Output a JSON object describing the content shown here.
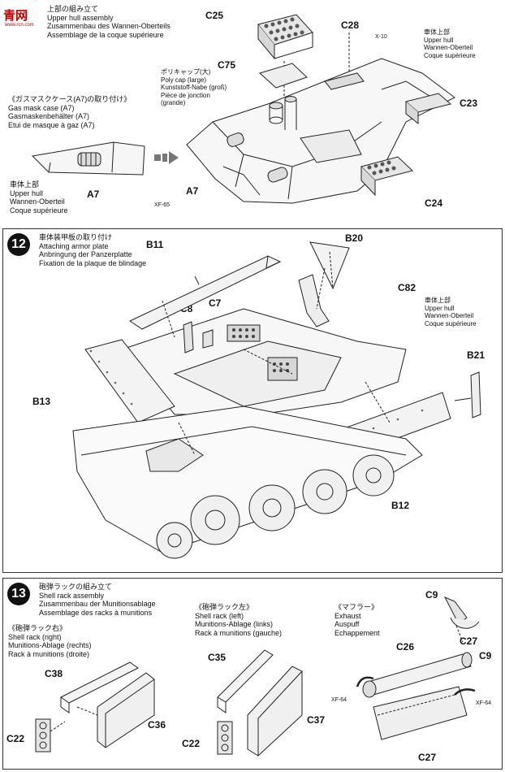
{
  "logo": {
    "text": "青网",
    "sub": "www.rcn.com"
  },
  "step11": {
    "title": [
      "上部の組み立て",
      "Upper hull assembly",
      "Zusammenbau des Wannen-Oberteils",
      "Assemblage de la coque supérieure"
    ],
    "gasmask": [
      "《ガスマスクケース(A7)の取り付け》",
      "Gas mask case (A7)",
      "Gasmaskenbehälter (A7)",
      "Etui de masque à gaz (A7)"
    ],
    "polycap": [
      "ポリキャップ(大)",
      "Poly cap (large)",
      "Kunststoff-Nabe (groß)",
      "Pièce de jonction",
      "(grande)"
    ],
    "upper_hull_right": [
      "車体上部",
      "Upper hull",
      "Wannen-Oberteil",
      "Coque supérieure"
    ],
    "upper_hull_left": [
      "車体上部",
      "Upper hull",
      "Wannen-Oberteil",
      "Coque supérieure"
    ],
    "parts": {
      "c25": "C25",
      "c28": "C28",
      "x10": "X-10",
      "c75": "C75",
      "c23": "C23",
      "a7_inset": "A7",
      "a7": "A7",
      "xf65": "XF-65",
      "c24": "C24"
    }
  },
  "step12": {
    "number": "12",
    "title": [
      "車体装甲板の取り付け",
      "Attaching armor plate",
      "Anbringung der Panzerplatte",
      "Fixation de la plaque de blindage"
    ],
    "upper_hull": [
      "車体上部",
      "Upper hull",
      "Wannen-Oberteil",
      "Coque supérieure"
    ],
    "parts": {
      "b11": "B11",
      "b20": "B20",
      "c82": "C82",
      "c8": "C8",
      "c7": "C7",
      "b21": "B21",
      "b13": "B13",
      "b12": "B12"
    }
  },
  "step13": {
    "number": "13",
    "title": [
      "砲弾ラックの組み立て",
      "Shell rack assembly",
      "Zusammenbau der Munitionsablage",
      "Assemblage des racks à munitions"
    ],
    "rack_right": [
      "《砲弾ラック右》",
      "Shell rack (right)",
      "Munitions-Ablage (rechts)",
      "Rack à munitions (droite)"
    ],
    "rack_left": [
      "《砲弾ラック左》",
      "Shell rack (left)",
      "Munitions-Ablage (links)",
      "Rack à munitions (gauche)"
    ],
    "muffler": [
      "《マフラー》",
      "Exhaust",
      "Auspuff",
      "Echappement"
    ],
    "parts": {
      "c38": "C38",
      "c36": "C36",
      "c22a": "C22",
      "c35": "C35",
      "c37": "C37",
      "c22b": "C22",
      "c9a": "C9",
      "c27a": "C27",
      "c26": "C26",
      "c9b": "C9",
      "xf64a": "XF-64",
      "xf64b": "XF-64",
      "c27b": "C27"
    }
  }
}
